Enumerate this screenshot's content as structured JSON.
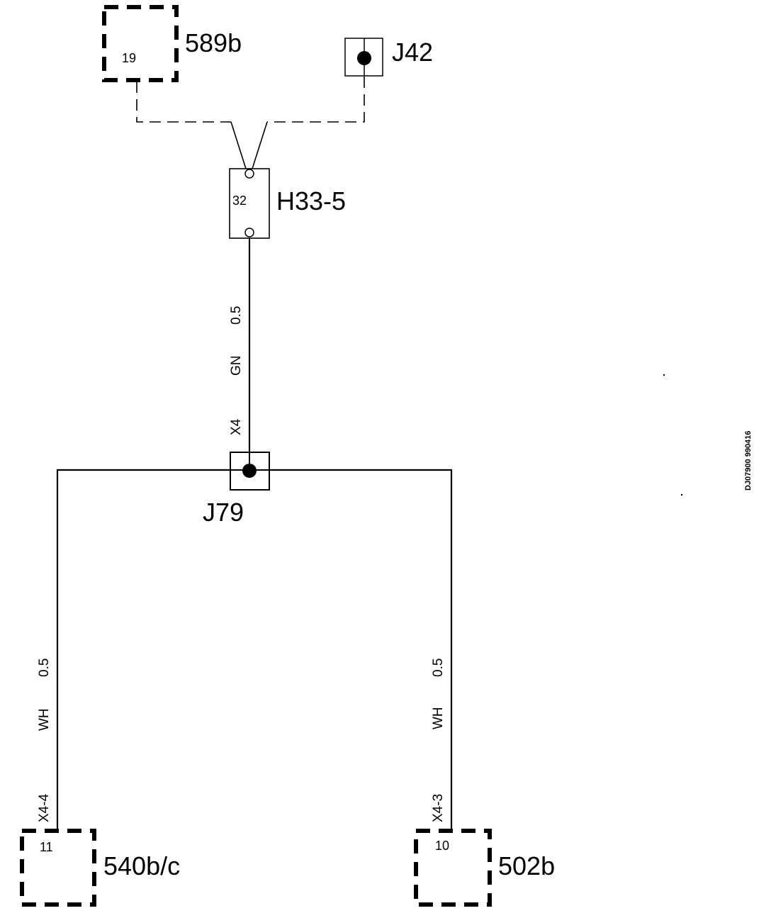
{
  "components": {
    "c589b": {
      "label": "589b",
      "pin": "19"
    },
    "j42": {
      "label": "J42"
    },
    "h33": {
      "label": "H33-5",
      "pin": "32"
    },
    "j79": {
      "label": "J79"
    },
    "c540": {
      "label": "540b/c",
      "pin": "11"
    },
    "c502": {
      "label": "502b",
      "pin": "10"
    }
  },
  "wires": {
    "main": {
      "size": "0.5",
      "color": "GN",
      "connector": "X4"
    },
    "left": {
      "size": "0.5",
      "color": "WH",
      "connector": "X4-4"
    },
    "right": {
      "size": "0.5",
      "color": "WH",
      "connector": "X4-3"
    }
  },
  "doc_id": "DJ07900 990416"
}
